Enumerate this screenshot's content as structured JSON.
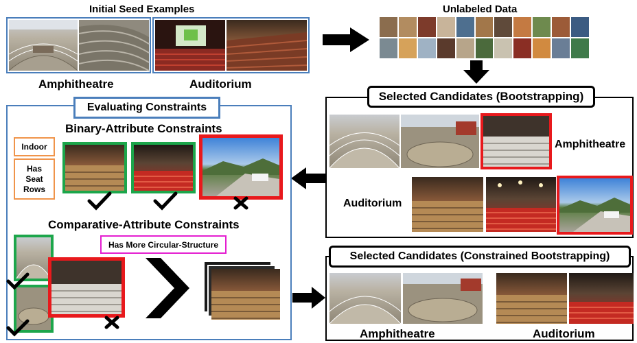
{
  "seed": {
    "title": "Initial Seed Examples",
    "class_a": "Amphitheatre",
    "class_b": "Auditorium"
  },
  "unlabeled": {
    "title": "Unlabeled Data"
  },
  "bootstrap": {
    "title": "Selected Candidates (Bootstrapping)",
    "row1_label": "Amphitheatre",
    "row2_label": "Auditorium"
  },
  "evaluate": {
    "title": "Evaluating Constraints",
    "binary_heading": "Binary-Attribute Constraints",
    "attr_indoor": "Indoor",
    "attr_seat_line1": "Has",
    "attr_seat_line2": "Seat",
    "attr_seat_line3": "Rows",
    "comparative_heading": "Comparative-Attribute Constraints",
    "attr_circular": "Has More Circular-Structure"
  },
  "constrained": {
    "title": "Selected Candidates (Constrained Bootstrapping)",
    "class_a": "Amphitheatre",
    "class_b": "Auditorium"
  },
  "colors": {
    "blue_frame": "#4a7ebb",
    "green_frame": "#1ca64b",
    "red_frame": "#e8191c",
    "orange_tag": "#f0944a",
    "magenta_tag": "#e41ed0"
  }
}
